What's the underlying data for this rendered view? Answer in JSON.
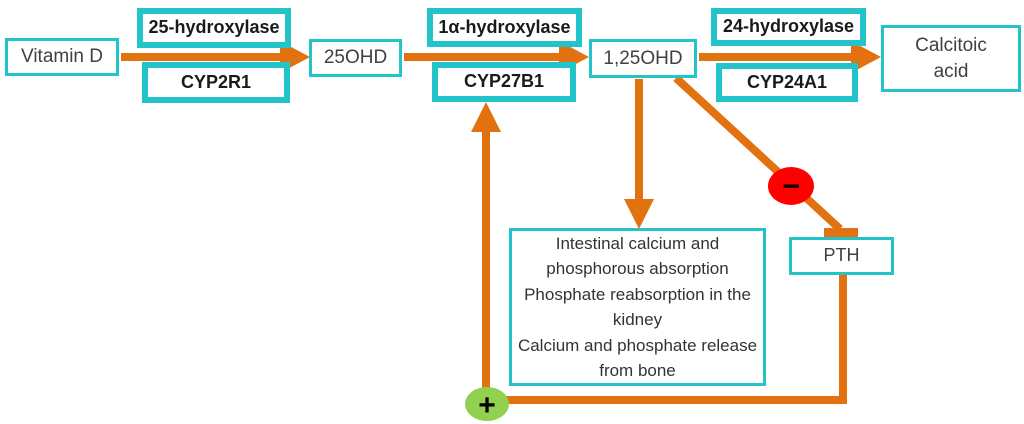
{
  "colors": {
    "box_border": "#22c3c9",
    "arrow": "#e2710f",
    "plus_fill": "#92d050",
    "minus_fill": "#fe0000",
    "text": "#404040"
  },
  "nodes": {
    "vitamin_d": {
      "label": "Vitamin D"
    },
    "ohd_25": {
      "label": "25OHD"
    },
    "ohd_125": {
      "label": "1,25OHD"
    },
    "calcitoic_acid": {
      "label": "Calcitoic acid"
    },
    "pth": {
      "label": "PTH"
    },
    "effects": {
      "lines": [
        "Intestinal calcium and phosphorous absorption",
        "Phosphate reabsorption in the kidney",
        "Calcium and phosphate release from bone"
      ]
    }
  },
  "enzymes": [
    {
      "name": "25-hydroxylase",
      "gene": "CYP2R1"
    },
    {
      "name": "1α-hydroxylase",
      "gene": "CYP27B1"
    },
    {
      "name": "24-hydroxylase",
      "gene": "CYP24A1"
    }
  ],
  "badges": {
    "plus": "+",
    "minus": "−"
  }
}
